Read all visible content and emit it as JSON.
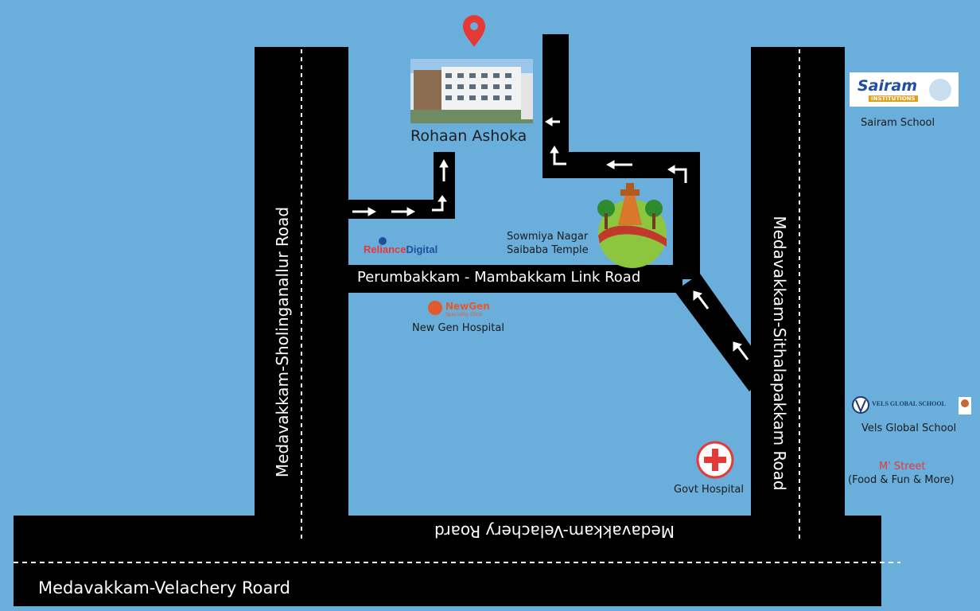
{
  "map": {
    "background_color": "#6aafdc",
    "road_color": "#000000",
    "marker_color": "#e53935"
  },
  "roads": {
    "sholinganallur": "Medavakkam-Sholinganallur Road",
    "sithalapakkam": "Medavakkam-Sithalapakkam Road",
    "link_road": "Perumbakkam - Mambakkam Link Road",
    "velachery_upper": "Medavakkam-Velachery Roard",
    "velachery_lower": "Medavakkam-Velachery Roard"
  },
  "places": {
    "project": {
      "name": "Rohaan Ashoka",
      "icon": "map-pin-icon"
    },
    "reliance": {
      "name": "RelianceDigital",
      "name_a": "Reliance",
      "name_b": "Digital"
    },
    "temple": {
      "line1": "Sowmiya Nagar",
      "line2": "Saibaba Temple",
      "icon": "temple-icon"
    },
    "newgen": {
      "logo": "NewGen",
      "logo_sub": "Speciality Clinic",
      "name": "New Gen Hospital"
    },
    "sairam": {
      "logo": "Sairam",
      "logo_sub": "INSTITUTIONS",
      "name": "Sairam School"
    },
    "vels": {
      "logo": "VELS GLOBAL SCHOOL",
      "name": "Vels Global School"
    },
    "mstreet": {
      "name": "M' Street",
      "desc": "(Food & Fun & More)"
    },
    "govt_hospital": {
      "name": "Govt Hospital",
      "icon": "red-cross-icon"
    }
  }
}
